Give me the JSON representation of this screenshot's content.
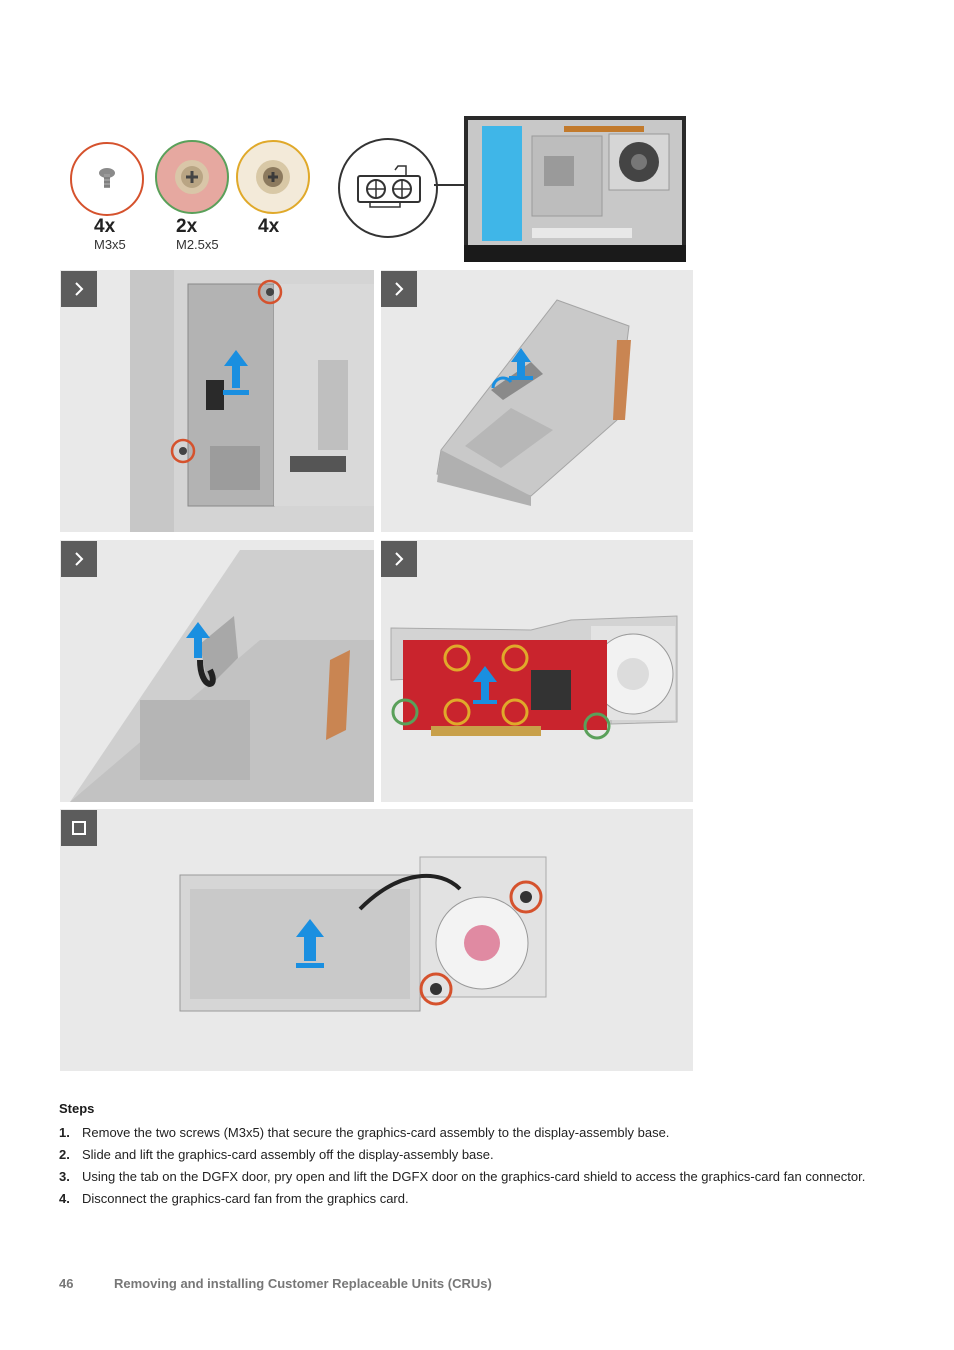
{
  "screws": [
    {
      "qty": "4x",
      "size": "M3x5"
    },
    {
      "qty": "2x",
      "size": "M2.5x5"
    },
    {
      "qty": "4x",
      "size": ""
    }
  ],
  "steps_title": "Steps",
  "steps": [
    {
      "num": "1.",
      "text": "Remove the two screws (M3x5) that secure the graphics-card assembly to the display-assembly base."
    },
    {
      "num": "2.",
      "text": "Slide and lift the graphics-card assembly off the display-assembly base."
    },
    {
      "num": "3.",
      "text": "Using the tab on the DGFX door, pry open and lift the DGFX door on the graphics-card shield to access the graphics-card fan connector."
    },
    {
      "num": "4.",
      "text": "Disconnect the graphics-card fan from the graphics card."
    }
  ],
  "footer": {
    "page_number": "46",
    "section_title": "Removing and installing Customer Replaceable Units (CRUs)"
  },
  "colors": {
    "m3_ring": "#d5522d",
    "m25_ring": "#5aa05a",
    "gold_ring": "#e0a92a",
    "arrow_blue": "#1a8fe0",
    "nav_btn": "#5c5c5c"
  },
  "icons": [
    "chevron-right-icon",
    "stop-square-icon",
    "graphics-card-icon",
    "screw-icon",
    "lift-arrow-icon"
  ]
}
